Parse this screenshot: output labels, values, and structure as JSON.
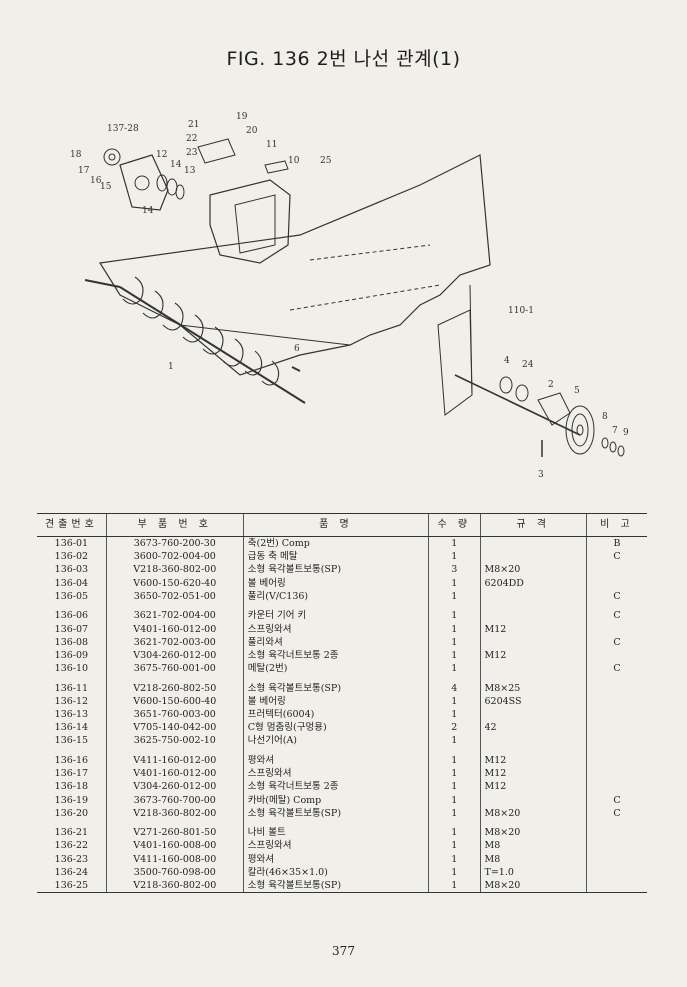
{
  "title": "FIG. 136 2번 나선 관계(1)",
  "diagram_labels": [
    "137-28",
    "18",
    "17",
    "16",
    "15",
    "14",
    "12",
    "14",
    "13",
    "21",
    "22",
    "23",
    "19",
    "20",
    "11",
    "10",
    "25",
    "110-1",
    "6",
    "4",
    "24",
    "2",
    "5",
    "8",
    "7",
    "9",
    "3",
    "1"
  ],
  "table": {
    "headers": [
      "견출번호",
      "부 품 번 호",
      "품 명",
      "수 량",
      "규 격",
      "비 고"
    ],
    "groups": [
      [
        {
          "no": "136-01",
          "part": "3673-760-200-30",
          "name": "축(2번) Comp",
          "qty": "1",
          "spec": "",
          "note": "B"
        },
        {
          "no": "136-02",
          "part": "3600-702-004-00",
          "name": "급동 축 메탈",
          "qty": "1",
          "spec": "",
          "note": "C"
        },
        {
          "no": "136-03",
          "part": "V218-360-802-00",
          "name": "소형 육각볼트보통(SP)",
          "qty": "3",
          "spec": "M8×20",
          "note": ""
        },
        {
          "no": "136-04",
          "part": "V600-150-620-40",
          "name": "볼 베어링",
          "qty": "1",
          "spec": "6204DD",
          "note": ""
        },
        {
          "no": "136-05",
          "part": "3650-702-051-00",
          "name": "풀리(V/C136)",
          "qty": "1",
          "spec": "",
          "note": "C"
        }
      ],
      [
        {
          "no": "136-06",
          "part": "3621-702-004-00",
          "name": "카운터 기어 키",
          "qty": "1",
          "spec": "",
          "note": "C"
        },
        {
          "no": "136-07",
          "part": "V401-160-012-00",
          "name": "스프링와셔",
          "qty": "1",
          "spec": "M12",
          "note": ""
        },
        {
          "no": "136-08",
          "part": "3621-702-003-00",
          "name": "풀리와셔",
          "qty": "1",
          "spec": "",
          "note": "C"
        },
        {
          "no": "136-09",
          "part": "V304-260-012-00",
          "name": "소형 육각너트보통 2종",
          "qty": "1",
          "spec": "M12",
          "note": ""
        },
        {
          "no": "136-10",
          "part": "3675-760-001-00",
          "name": "메탈(2번)",
          "qty": "1",
          "spec": "",
          "note": "C"
        }
      ],
      [
        {
          "no": "136-11",
          "part": "V218-260-802-50",
          "name": "소형 육각볼트보통(SP)",
          "qty": "4",
          "spec": "M8×25",
          "note": ""
        },
        {
          "no": "136-12",
          "part": "V600-150-600-40",
          "name": "볼 베어링",
          "qty": "1",
          "spec": "6204SS",
          "note": ""
        },
        {
          "no": "136-13",
          "part": "3651-760-003-00",
          "name": "프러텍터(6004)",
          "qty": "1",
          "spec": "",
          "note": ""
        },
        {
          "no": "136-14",
          "part": "V705-140-042-00",
          "name": "C형 멈춤링(구멍용)",
          "qty": "2",
          "spec": "42",
          "note": ""
        },
        {
          "no": "136-15",
          "part": "3625-750-002-10",
          "name": "나선기어(A)",
          "qty": "1",
          "spec": "",
          "note": ""
        }
      ],
      [
        {
          "no": "136-16",
          "part": "V411-160-012-00",
          "name": "평와셔",
          "qty": "1",
          "spec": "M12",
          "note": ""
        },
        {
          "no": "136-17",
          "part": "V401-160-012-00",
          "name": "스프링와셔",
          "qty": "1",
          "spec": "M12",
          "note": ""
        },
        {
          "no": "136-18",
          "part": "V304-260-012-00",
          "name": "소형 육각너트보통 2종",
          "qty": "1",
          "spec": "M12",
          "note": ""
        },
        {
          "no": "136-19",
          "part": "3673-760-700-00",
          "name": "카바(메탈) Comp",
          "qty": "1",
          "spec": "",
          "note": "C"
        },
        {
          "no": "136-20",
          "part": "V218-360-802-00",
          "name": "소형 육각볼트보통(SP)",
          "qty": "1",
          "spec": "M8×20",
          "note": "C"
        }
      ],
      [
        {
          "no": "136-21",
          "part": "V271-260-801-50",
          "name": "나비 볼트",
          "qty": "1",
          "spec": "M8×20",
          "note": ""
        },
        {
          "no": "136-22",
          "part": "V401-160-008-00",
          "name": "스프링와셔",
          "qty": "1",
          "spec": "M8",
          "note": ""
        },
        {
          "no": "136-23",
          "part": "V411-160-008-00",
          "name": "평와셔",
          "qty": "1",
          "spec": "M8",
          "note": ""
        },
        {
          "no": "136-24",
          "part": "3500-760-098-00",
          "name": "칼라(46×35×1.0)",
          "qty": "1",
          "spec": "T=1.0",
          "note": ""
        },
        {
          "no": "136-25",
          "part": "V218-360-802-00",
          "name": "소형 육각볼트보통(SP)",
          "qty": "1",
          "spec": "M8×20",
          "note": ""
        }
      ]
    ]
  },
  "page_number": "377"
}
